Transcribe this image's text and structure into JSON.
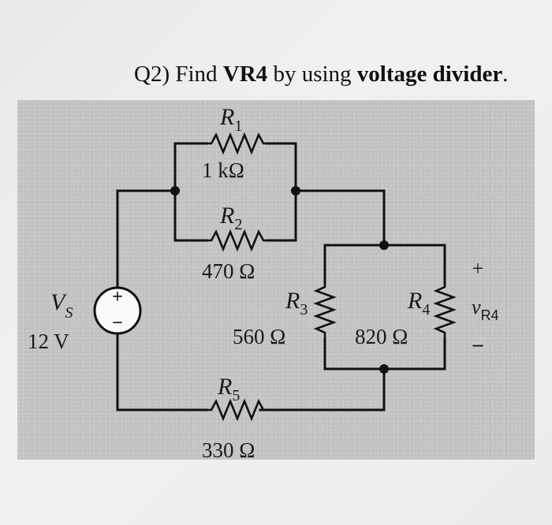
{
  "question": {
    "prefix": "Q2) Find ",
    "target": "VR4",
    "middle": " by using ",
    "method": "voltage divider",
    "end": "."
  },
  "source": {
    "letter": "V",
    "subscript": "S",
    "value": "12 V",
    "plus": "+",
    "minus": "−"
  },
  "resistors": {
    "r1": {
      "letter": "R",
      "sub": "1",
      "value": "1 kΩ"
    },
    "r2": {
      "letter": "R",
      "sub": "2",
      "value": "470 Ω"
    },
    "r3": {
      "letter": "R",
      "sub": "3",
      "value": "560 Ω"
    },
    "r4": {
      "letter": "R",
      "sub": "4",
      "value": "820 Ω"
    },
    "r5": {
      "letter": "R",
      "sub": "5",
      "value": "330 Ω"
    }
  },
  "output": {
    "plus": "+",
    "letter": "v",
    "subscript": "R4",
    "minus": "−"
  }
}
